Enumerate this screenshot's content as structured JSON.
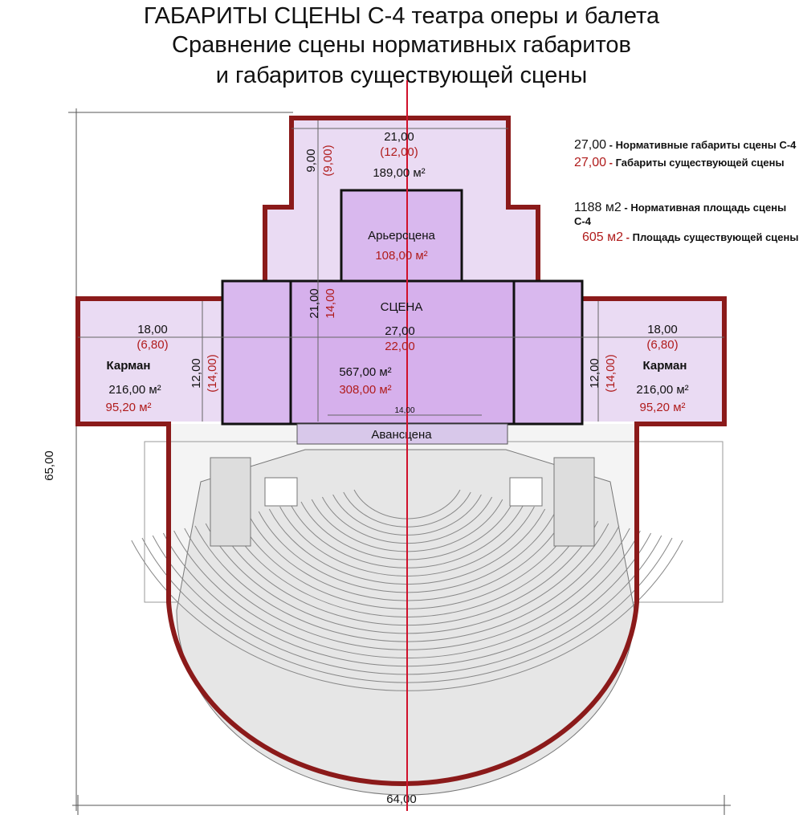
{
  "title": {
    "line1": "ГАБАРИТЫ  СЦЕНЫ  С-4 театра оперы и балета",
    "line2": "Сравнение сцены нормативных габаритов",
    "line3": "и габаритов существующей сцены"
  },
  "legend": [
    {
      "value": "27,00",
      "text": "Нормативные габариты сцены С-4",
      "color": "#111111"
    },
    {
      "value": "27,00",
      "text": "Габариты существующей сцены",
      "color": "#b01c1c"
    },
    {
      "value": "1188 м2",
      "text": "Нормативная площадь сцены С-4",
      "color": "#111111"
    },
    {
      "value": "605 м2",
      "text": "Площадь существующей сцены",
      "color": "#b01c1c"
    }
  ],
  "rear": {
    "width": "21,00",
    "width_existing": "(12,00)",
    "depth": "9,00",
    "depth_existing": "(9,00)",
    "area": "189,00 м²"
  },
  "arriere": {
    "label": "Арьерсцена",
    "area_existing": "108,00 м²"
  },
  "stage": {
    "label": "СЦЕНА",
    "depth": "21,00",
    "depth_existing": "14,00",
    "width": "27,00",
    "width_existing": "22,00",
    "area": "567,00 м²",
    "area_existing": "308,00 м²",
    "portal": "14,00"
  },
  "pocket_left": {
    "label": "Карман",
    "width": "18,00",
    "width_existing": "(6,80)",
    "depth": "12,00",
    "depth_existing": "(14,00)",
    "area": "216,00 м²",
    "area_existing": "95,20 м²"
  },
  "pocket_right": {
    "label": "Карман",
    "width": "18,00",
    "width_existing": "(6,80)",
    "depth": "12,00",
    "depth_existing": "(14,00)",
    "area": "216,00 м²",
    "area_existing": "95,20 м²"
  },
  "proscenium": {
    "label": "Авансцена"
  },
  "dims": {
    "total_height": "65,00",
    "total_width": "64,00"
  },
  "colors": {
    "outline": "#8b1a1a",
    "fill_light": "#eadbf3",
    "fill_dark": "#d9b8ee",
    "axis": "#d0102a"
  }
}
